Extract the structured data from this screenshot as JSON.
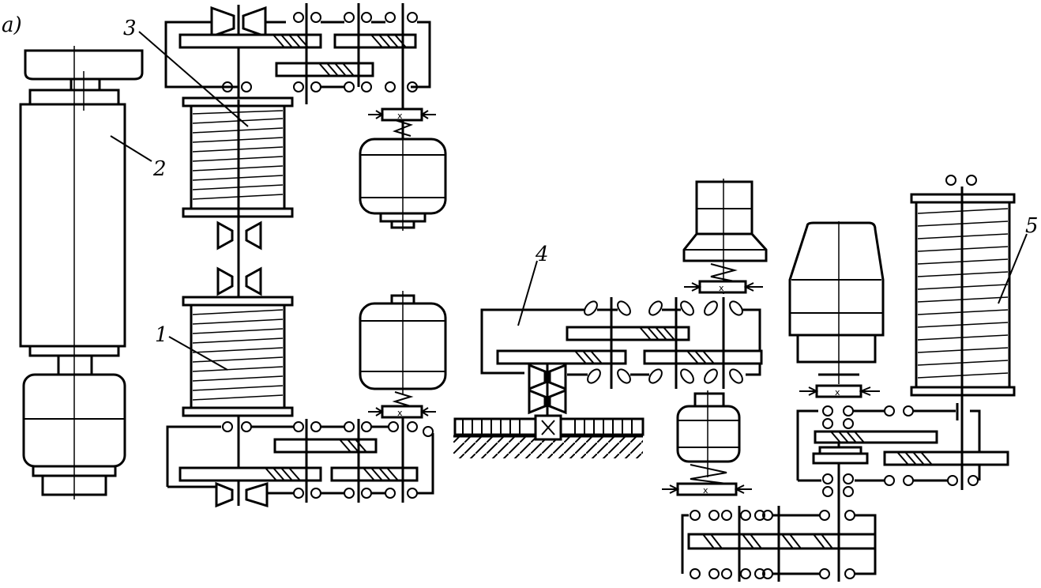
{
  "figure": {
    "panel_label": "a)",
    "labels": [
      {
        "id": "1",
        "text": "1"
      },
      {
        "id": "2",
        "text": "2"
      },
      {
        "id": "3",
        "text": "3"
      },
      {
        "id": "4",
        "text": "4"
      },
      {
        "id": "5",
        "text": "5"
      }
    ]
  },
  "components": [
    {
      "name": "upper-drum",
      "label_ref": "3"
    },
    {
      "name": "lower-drum",
      "label_ref": "1"
    },
    {
      "name": "tall-drum",
      "label_ref": "2"
    },
    {
      "name": "rack-gear-unit",
      "label_ref": "4"
    },
    {
      "name": "right-drum",
      "label_ref": "5"
    }
  ]
}
